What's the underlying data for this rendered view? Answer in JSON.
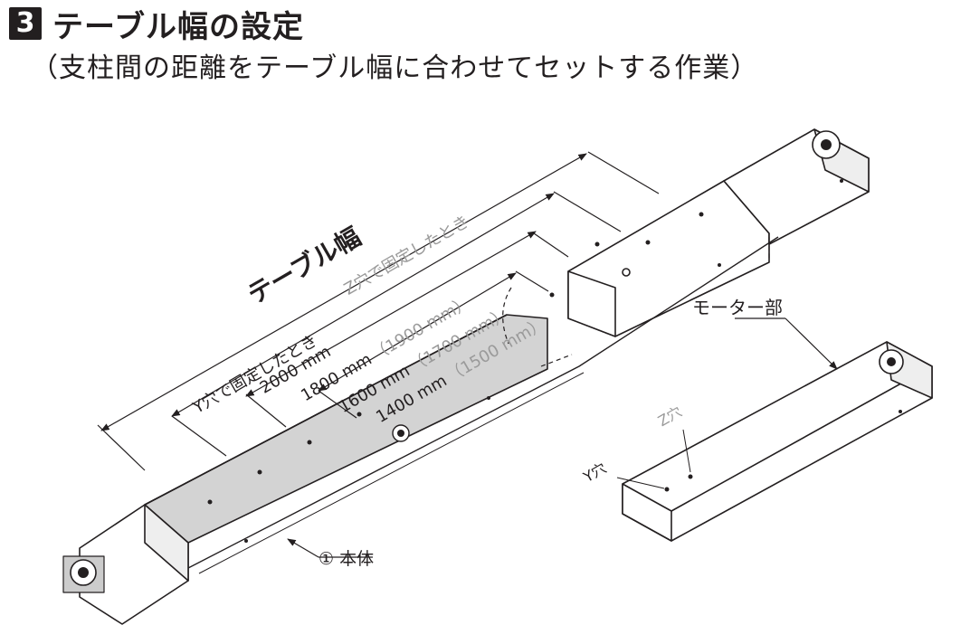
{
  "section_number": "3",
  "title": "テーブル幅の設定",
  "subtitle": "（支柱間の距離をテーブル幅に合わせてセットする作業）",
  "diagram": {
    "table_width_label": "テーブル幅",
    "y_hole_fix_label": "Y穴で固定したとき",
    "z_hole_fix_label": "Z穴で固定したとき",
    "widths": [
      {
        "y": "2000 mm",
        "z": ""
      },
      {
        "y": "1800 mm",
        "z": "（1900 mm）"
      },
      {
        "y": "1600 mm",
        "z": "（1700 mm）"
      },
      {
        "y": "1400 mm",
        "z": "（1500 mm）"
      }
    ],
    "main_body_label": "① 本体",
    "motor_label": "モーター部",
    "y_hole_label": "Y穴",
    "z_hole_label": "Z穴"
  }
}
